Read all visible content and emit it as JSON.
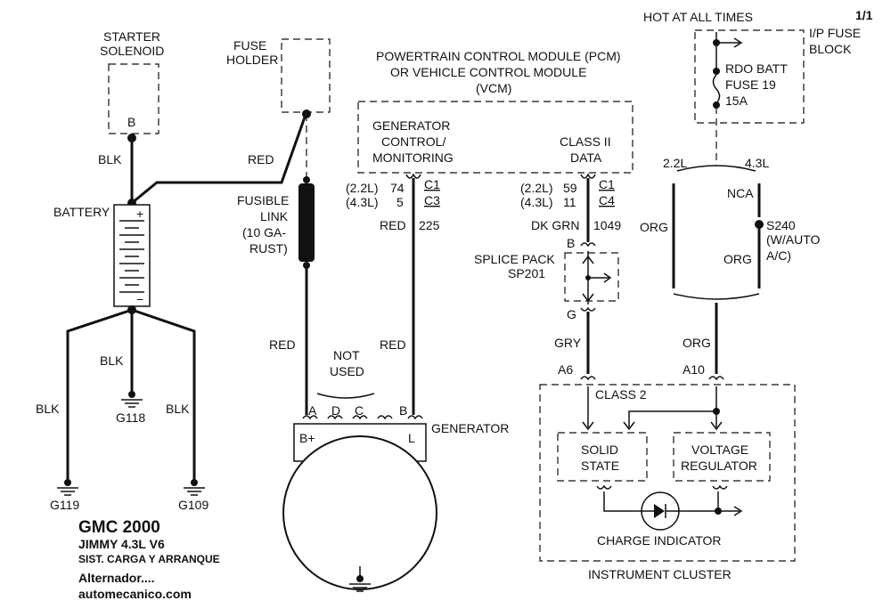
{
  "page": "1/1",
  "labels": {
    "starter": "STARTER",
    "solenoid": "SOLENOID",
    "starter_pin": "B",
    "fuse_holder_1": "FUSE",
    "fuse_holder_2": "HOLDER",
    "pcm_1": "POWERTRAIN CONTROL MODULE (PCM)",
    "pcm_2": "OR VEHICLE CONTROL MODULE",
    "pcm_3": "(VCM)",
    "gen_ctrl_1": "GENERATOR",
    "gen_ctrl_2": "CONTROL/",
    "gen_ctrl_3": "MONITORING",
    "class2_1": "CLASS II",
    "class2_2": "DATA",
    "hot": "HOT AT ALL TIMES",
    "ip_1": "I/P FUSE",
    "ip_2": "BLOCK",
    "rdo_1": "RDO BATT",
    "rdo_2": "FUSE 19",
    "rdo_3": "15A",
    "blk1": "BLK",
    "red1": "RED",
    "battery": "BATTERY",
    "plus": "+",
    "minus": "−",
    "fusible_1": "FUSIBLE",
    "fusible_2": "LINK",
    "fusible_3": "(10 GA-",
    "fusible_4": "RUST)",
    "pin_22l_a": "(2.2L)",
    "pin_74": "74",
    "c1_a": "C1",
    "pin_43l_a": "(4.3L)",
    "pin_5": "5",
    "c3": "C3",
    "red_225": "RED",
    "num_225": "225",
    "pin_22l_b": "(2.2L)",
    "pin_59": "59",
    "c1_b": "C1",
    "pin_43l_b": "(4.3L)",
    "pin_11": "11",
    "c4": "C4",
    "dkgrn": "DK GRN",
    "num_1049": "1049",
    "sp_b": "B",
    "splice_1": "SPLICE PACK",
    "splice_2": "SP201",
    "sp_g": "G",
    "l22": "2.2L",
    "l43": "4.3L",
    "nca": "NCA",
    "org1": "ORG",
    "s240": "S240",
    "s240_2": "(W/AUTO",
    "s240_3": "A/C)",
    "org2": "ORG",
    "blk2": "BLK",
    "g118": "G118",
    "blk3": "BLK",
    "blk4": "BLK",
    "red2": "RED",
    "red3": "RED",
    "not_used_1": "NOT",
    "not_used_2": "USED",
    "gry": "GRY",
    "org3": "ORG",
    "a6": "A6",
    "a10": "A10",
    "class2_ic": "CLASS 2",
    "pin_a": "A",
    "pin_d": "D",
    "pin_c": "C",
    "pin_b": "B",
    "generator": "GENERATOR",
    "bplus": "B+",
    "pin_l": "L",
    "solid_1": "SOLID",
    "solid_2": "STATE",
    "volt_1": "VOLTAGE",
    "volt_2": "REGULATOR",
    "charge": "CHARGE INDICATOR",
    "g119": "G119",
    "g109": "G109",
    "cluster": "INSTRUMENT CLUSTER"
  },
  "caption": {
    "title": "GMC 2000",
    "line2": "JIMMY  4.3L  V6",
    "line3": "SIST. CARGA Y ARRANQUE",
    "line4": "Alternador....",
    "line5": "automecanico.com"
  }
}
